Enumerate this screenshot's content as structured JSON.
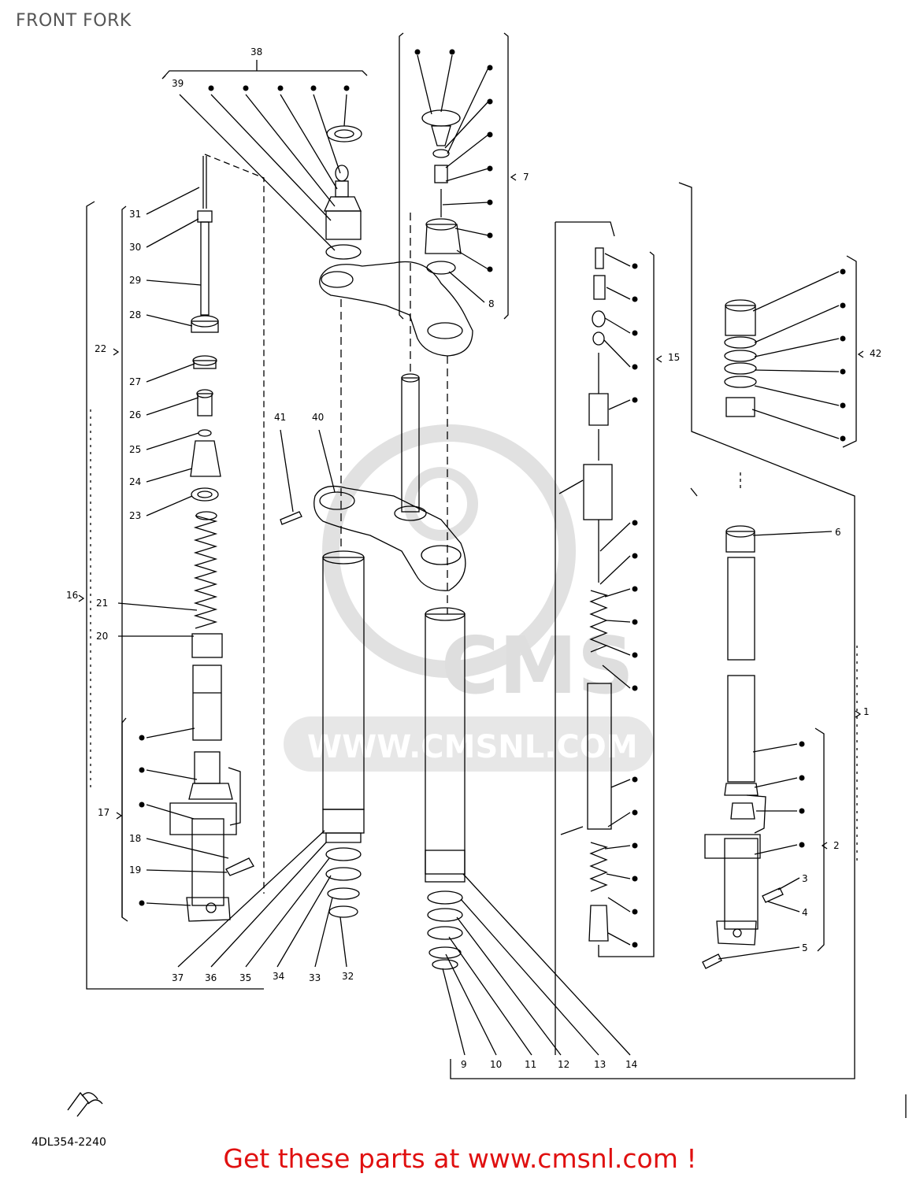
{
  "page": {
    "title": "FRONT FORK",
    "promo": "Get these parts at www.cmsnl.com !",
    "diagram_code": "4DL354-2240"
  },
  "watermark": {
    "brand": "CMS",
    "url": "WWW.CMSNL.COM"
  },
  "callouts": {
    "c2": "2",
    "c3": "3",
    "c4": "4",
    "c5": "5",
    "c6": "6",
    "c7": "7",
    "c8": "8",
    "c9": "9",
    "c10": "10",
    "c11": "11",
    "c12": "12",
    "c13": "13",
    "c14": "14",
    "c15": "15",
    "c16": "16",
    "c17": "17",
    "c18": "18",
    "c19": "19",
    "c20": "20",
    "c21": "21",
    "c22": "22",
    "c23": "23",
    "c24": "24",
    "c25": "25",
    "c26": "26",
    "c27": "27",
    "c28": "28",
    "c29": "29",
    "c30": "30",
    "c31": "31",
    "c32": "32",
    "c33": "33",
    "c34": "34",
    "c35": "35",
    "c36": "36",
    "c37": "37",
    "c38": "38",
    "c39": "39",
    "c40": "40",
    "c41": "41",
    "c42": "42",
    "c1": "1"
  },
  "colors": {
    "promo_text": "#e01010",
    "title_text": "#555555",
    "line": "#000000",
    "watermark": "#d9d9d9"
  }
}
